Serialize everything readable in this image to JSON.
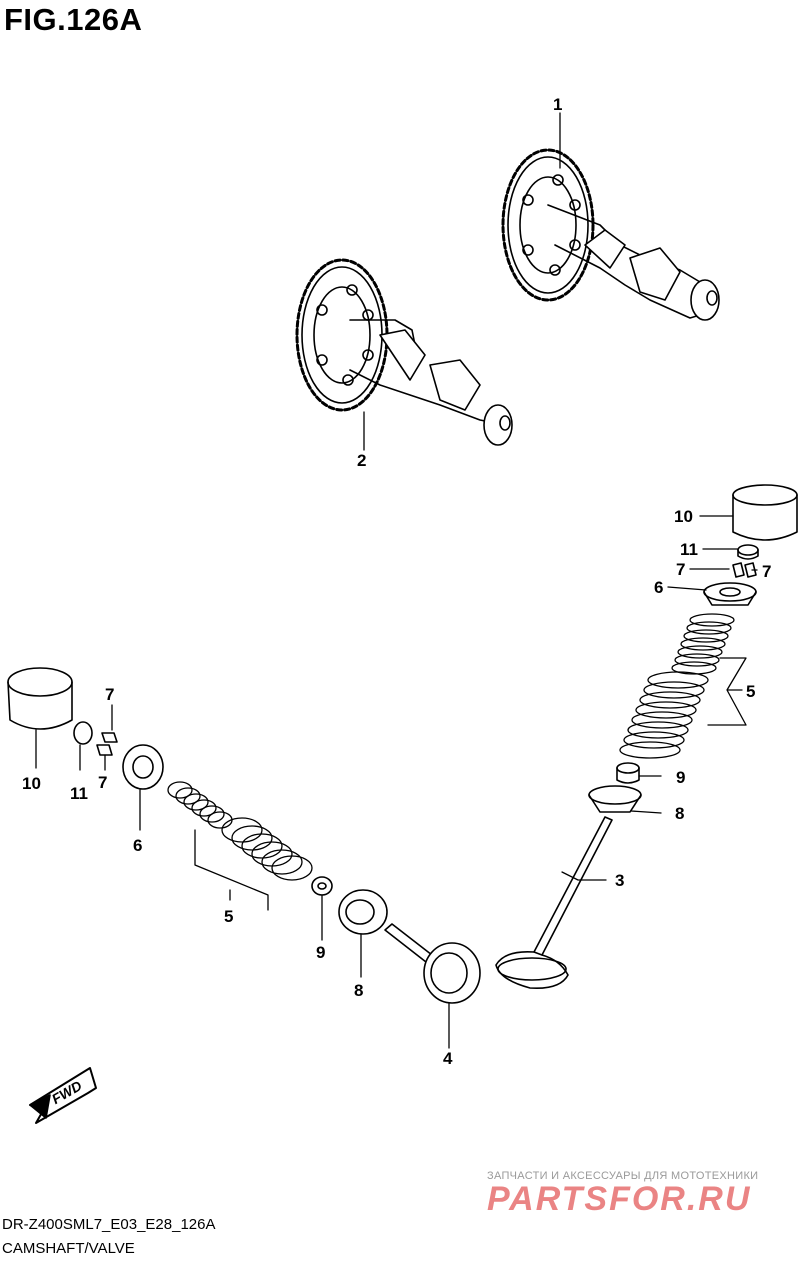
{
  "figure": {
    "title": "FIG.126A",
    "model_code": "DR-Z400SML7_E03_E28_126A",
    "section_name": "CAMSHAFT/VALVE"
  },
  "callouts": {
    "c1": "1",
    "c2": "2",
    "c3": "3",
    "c4": "4",
    "c5_right": "5",
    "c5_left": "5",
    "c6_right": "6",
    "c6_left": "6",
    "c7_right_a": "7",
    "c7_right_b": "7",
    "c7_left_top": "7",
    "c7_left_bottom": "7",
    "c8_right": "8",
    "c8_left": "8",
    "c9_right": "9",
    "c9_left": "9",
    "c10_right": "10",
    "c10_left": "10",
    "c11_right": "11",
    "c11_left": "11"
  },
  "direction_marker": {
    "label": "FWD",
    "icon": "arrow-left-down-icon"
  },
  "watermark": {
    "tagline": "ЗАПЧАСТИ И АКСЕССУАРЫ ДЛЯ МОТОТЕХНИКИ",
    "logo_text": "PARTSFOR.RU",
    "color": "#e35b5b"
  }
}
